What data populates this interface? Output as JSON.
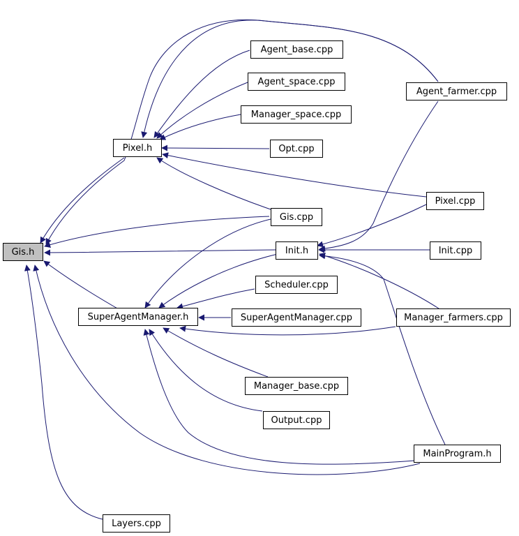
{
  "graph": {
    "edge_color": "#191970",
    "root_fill": "#c0c0c0",
    "nodes": {
      "gis_h": "Gis.h",
      "pixel_h": "Pixel.h",
      "init_h": "Init.h",
      "super_agent_manager_h": "SuperAgentManager.h",
      "agent_base_cpp": "Agent_base.cpp",
      "agent_space_cpp": "Agent_space.cpp",
      "manager_space_cpp": "Manager_space.cpp",
      "opt_cpp": "Opt.cpp",
      "agent_farmer_cpp": "Agent_farmer.cpp",
      "pixel_cpp": "Pixel.cpp",
      "gis_cpp": "Gis.cpp",
      "init_cpp": "Init.cpp",
      "scheduler_cpp": "Scheduler.cpp",
      "super_agent_manager_cpp": "SuperAgentManager.cpp",
      "manager_farmers_cpp": "Manager_farmers.cpp",
      "manager_base_cpp": "Manager_base.cpp",
      "output_cpp": "Output.cpp",
      "main_program_h": "MainProgram.h",
      "layers_cpp": "Layers.cpp"
    }
  }
}
